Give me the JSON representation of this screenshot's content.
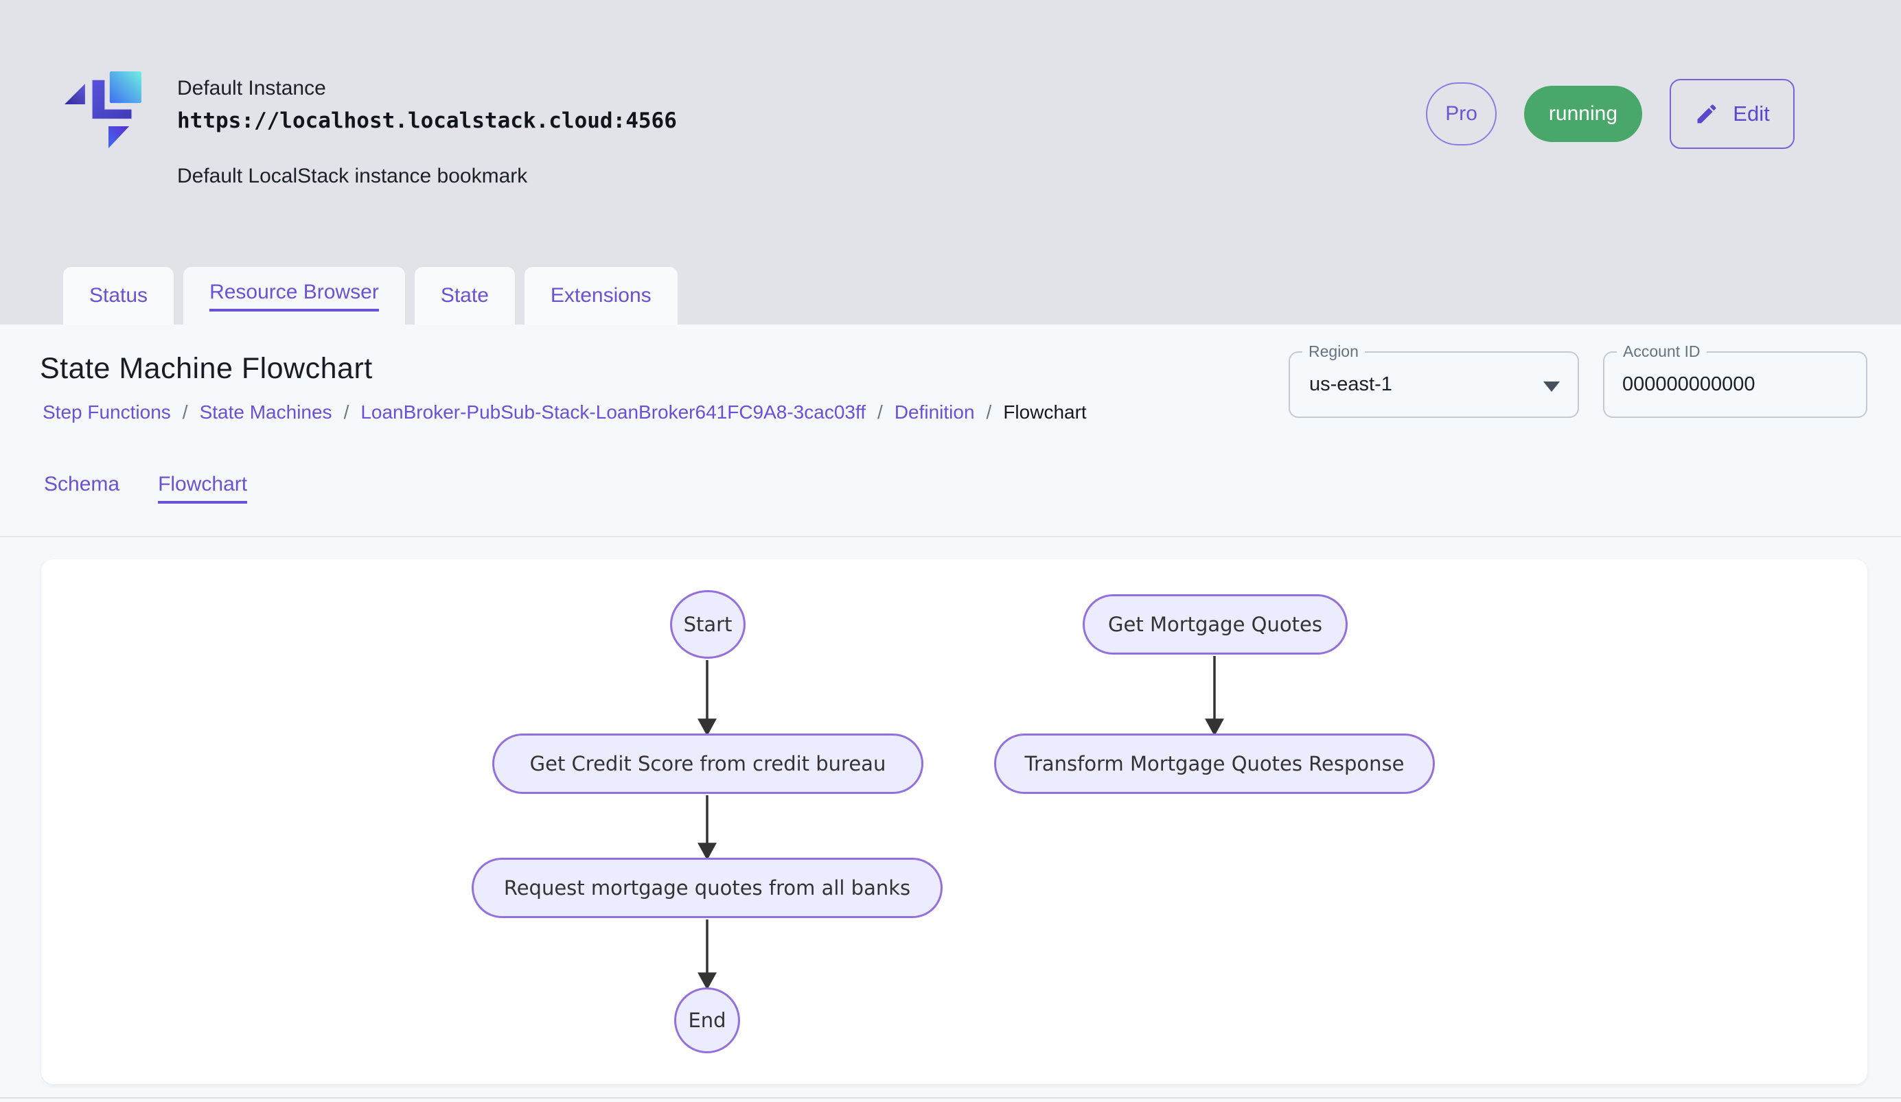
{
  "header": {
    "name": "Default Instance",
    "url": "https://localhost.localstack.cloud:4566",
    "subtitle": "Default LocalStack instance bookmark",
    "pro_badge": "Pro",
    "status_badge": "running",
    "edit_label": "Edit"
  },
  "tabs": {
    "items": [
      {
        "label": "Status",
        "active": false
      },
      {
        "label": "Resource Browser",
        "active": true
      },
      {
        "label": "State",
        "active": false
      },
      {
        "label": "Extensions",
        "active": false
      }
    ]
  },
  "page": {
    "title": "State Machine Flowchart",
    "breadcrumb": {
      "links": [
        "Step Functions",
        "State Machines",
        "LoanBroker-PubSub-Stack-LoanBroker641FC9A8-3cac03ff",
        "Definition"
      ],
      "separator": "/",
      "current": "Flowchart"
    }
  },
  "controls": {
    "region": {
      "label": "Region",
      "value": "us-east-1"
    },
    "account_id": {
      "label": "Account ID",
      "value": "000000000000"
    }
  },
  "subtabs": {
    "items": [
      {
        "label": "Schema",
        "active": false
      },
      {
        "label": "Flowchart",
        "active": true
      }
    ]
  },
  "flowchart": {
    "nodes": [
      {
        "id": "start",
        "label": "Start",
        "shape": "ellipse"
      },
      {
        "id": "get-credit-score",
        "label": "Get Credit Score from credit bureau",
        "shape": "stadium"
      },
      {
        "id": "request-quotes",
        "label": "Request mortgage quotes from all banks",
        "shape": "stadium"
      },
      {
        "id": "end",
        "label": "End",
        "shape": "ellipse"
      },
      {
        "id": "get-mortgage-quotes",
        "label": "Get Mortgage Quotes",
        "shape": "stadium"
      },
      {
        "id": "transform-response",
        "label": "Transform Mortgage Quotes Response",
        "shape": "stadium"
      }
    ],
    "edges": [
      {
        "from": "start",
        "to": "get-credit-score"
      },
      {
        "from": "get-credit-score",
        "to": "request-quotes"
      },
      {
        "from": "request-quotes",
        "to": "end"
      },
      {
        "from": "get-mortgage-quotes",
        "to": "transform-response"
      }
    ]
  },
  "colors": {
    "accent_purple": "#6b51d3",
    "status_green": "#4aa76b",
    "node_fill": "#ececff",
    "node_border": "#9370db",
    "arrow": "#333333",
    "header_bg": "#e1e3e8",
    "panel_bg": "#f6f9fb"
  }
}
